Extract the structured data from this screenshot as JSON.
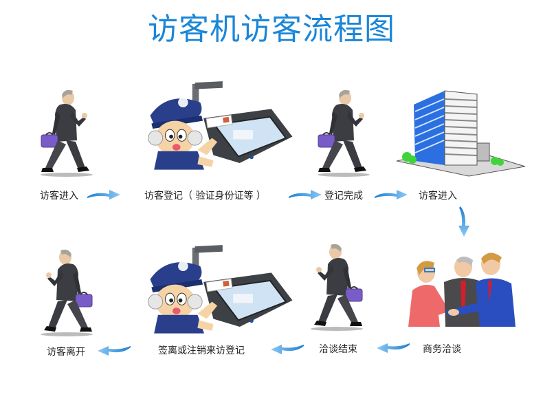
{
  "title": "访客机访客流程图",
  "colors": {
    "title": "#1a86d8",
    "arrow": "#3a9ee8",
    "label": "#222222"
  },
  "steps": [
    {
      "id": 1,
      "label": "访客进入",
      "image": "walking-businessman-icon"
    },
    {
      "id": 2,
      "label": "访客登记（ 验证身份证等 ）",
      "image": "police-mascot-visitor-terminal-icon"
    },
    {
      "id": 3,
      "label": "登记完成",
      "image": "walking-businessman-icon"
    },
    {
      "id": 4,
      "label": "访客进入",
      "image": "office-building-icon"
    },
    {
      "id": 5,
      "label": "商务洽谈",
      "image": "business-handshake-icon"
    },
    {
      "id": 6,
      "label": "洽谈结束",
      "image": "walking-businessman-icon"
    },
    {
      "id": 7,
      "label": "签离或注销来访登记",
      "image": "police-mascot-visitor-terminal-icon"
    },
    {
      "id": 8,
      "label": "访客离开",
      "image": "walking-businessman-icon"
    }
  ],
  "arrows": [
    {
      "from": 1,
      "to": 2,
      "direction": "right"
    },
    {
      "from": 2,
      "to": 3,
      "direction": "right"
    },
    {
      "from": 3,
      "to": 4,
      "direction": "right"
    },
    {
      "from": 4,
      "to": 5,
      "direction": "down"
    },
    {
      "from": 5,
      "to": 6,
      "direction": "left"
    },
    {
      "from": 6,
      "to": 7,
      "direction": "left"
    },
    {
      "from": 7,
      "to": 8,
      "direction": "left"
    }
  ]
}
